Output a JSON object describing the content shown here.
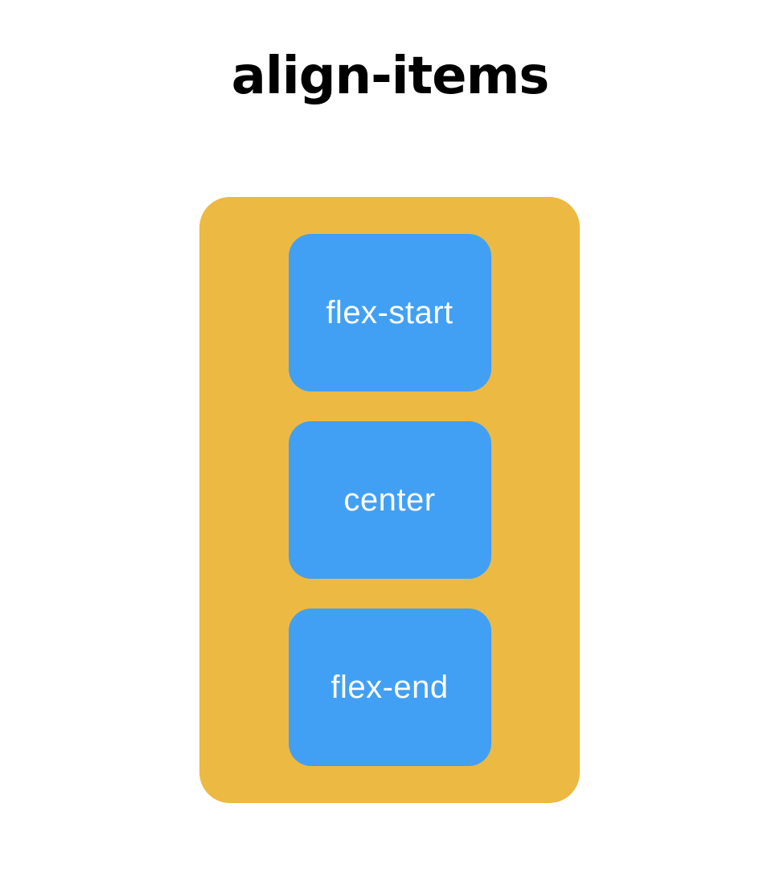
{
  "title": "align-items",
  "container": {
    "items": [
      {
        "label": "flex-start"
      },
      {
        "label": "center"
      },
      {
        "label": "flex-end"
      }
    ]
  },
  "colors": {
    "page_bg": "#ffffff",
    "title": "#000000",
    "container": "#ecb943",
    "item": "#42a0f4",
    "item_text": "#ffffff"
  }
}
